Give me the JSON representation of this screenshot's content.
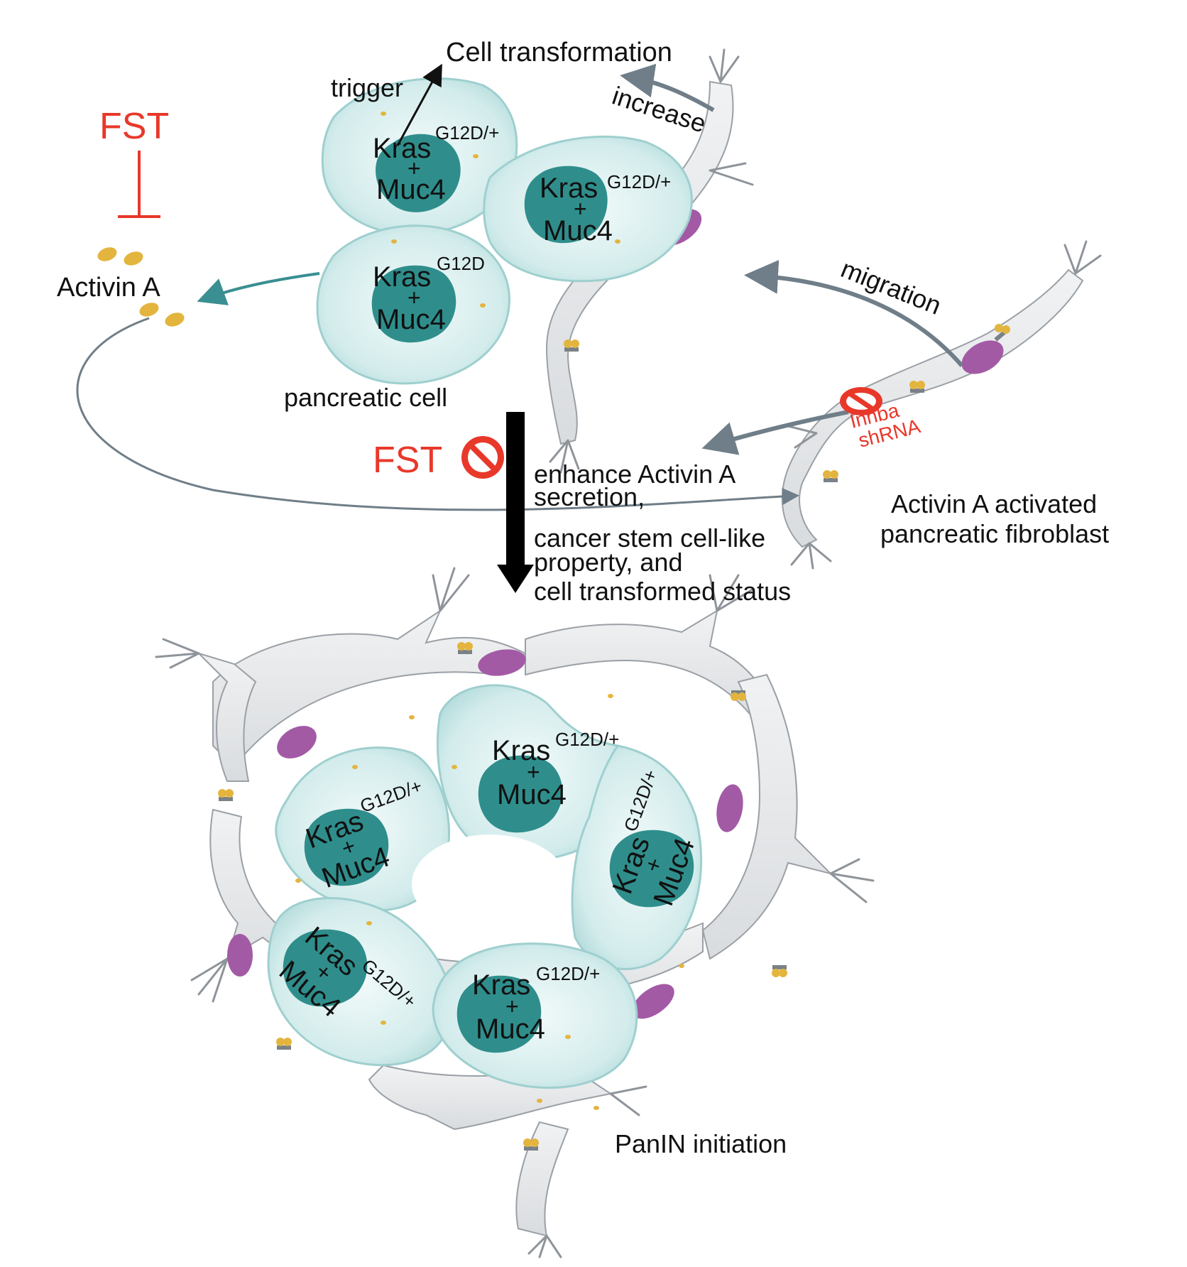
{
  "colors": {
    "fst_red": "#e8382a",
    "teal_arrow": "#3a8f92",
    "gray_arrow": "#6f7e88",
    "nucleus_teal": "#2f8e8c",
    "cell_fill": "#d2ebeb",
    "fibro_fill": "#e6e8ea",
    "fibro_nucleus": "#a35aa5",
    "activin_gold": "#e3b53e",
    "text": "#111111"
  },
  "labels": {
    "cell_transformation": "Cell transformation",
    "trigger": "trigger",
    "increase": "increase",
    "fst_top": "FST",
    "activin_a": "Activin A",
    "pancreatic_cell": "pancreatic cell",
    "migration": "migration",
    "inhba": "Inhba",
    "shrna": "shRNA",
    "fst_block": "FST",
    "enhance_line1": "enhance Activin A",
    "enhance_line2": "secretion,",
    "cancer_line1": "cancer stem cell-like",
    "cancer_line2": "property, and",
    "cancer_line3": "cell transformed status",
    "fibroblast_line1": "Activin A activated",
    "fibroblast_line2": "pancreatic fibroblast",
    "panin": "PanIN initiation"
  },
  "genes": {
    "kras": "Kras",
    "plus": "+",
    "muc4": "Muc4",
    "g12d_full": "G12D/+",
    "g12d_cut": "G12D"
  },
  "icons": {
    "block": "prohibition-icon",
    "inhibit": "inhibition-tbar-icon",
    "main_arrow": "down-arrow-icon"
  }
}
